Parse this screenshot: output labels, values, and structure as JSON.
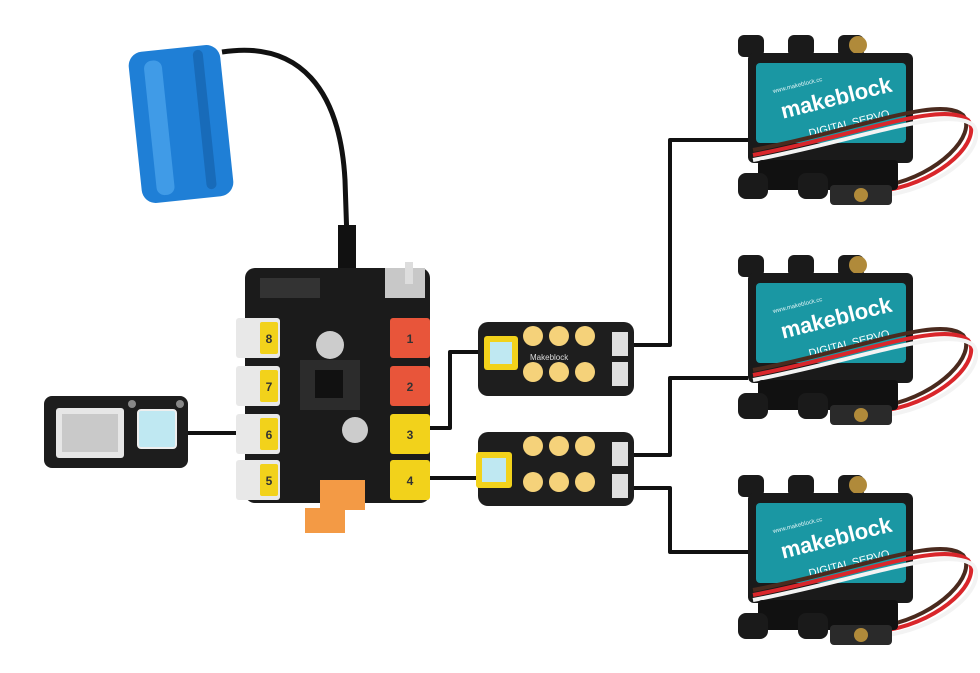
{
  "battery": {
    "name": "battery-pack",
    "color": "#1f7fd6"
  },
  "main_board": {
    "color": "#1b1b1b",
    "ports": [
      {
        "label": "8",
        "color": "#f2d21b"
      },
      {
        "label": "7",
        "color": "#f2d21b"
      },
      {
        "label": "6",
        "color": "#f2d21b"
      },
      {
        "label": "5",
        "color": "#f2d21b"
      },
      {
        "label": "1",
        "color": "#e8553a"
      },
      {
        "label": "2",
        "color": "#e8553a"
      },
      {
        "label": "3",
        "color": "#f2d21b"
      },
      {
        "label": "4",
        "color": "#f2d21b"
      }
    ],
    "connector_color": "#f39a45"
  },
  "adapters": {
    "brand": "Makeblock",
    "upper": {
      "brand": "Makeblock"
    },
    "lower": {
      "brand": ""
    }
  },
  "servos": {
    "brand": "makeblock",
    "model": "DIGITAL SERVO",
    "website": "www.makeblock.cc",
    "body_color": "#1a97a3",
    "count": 3
  },
  "wireless_module": {
    "name": "bluetooth-module"
  },
  "colors": {
    "wire": "#111111",
    "servo_wire_red": "#d9262b",
    "servo_wire_white": "#f3f3f3",
    "servo_wire_dark": "#4a2a1e",
    "port_square": "#bfe8f2",
    "pad_gold": "#f5d27a"
  }
}
